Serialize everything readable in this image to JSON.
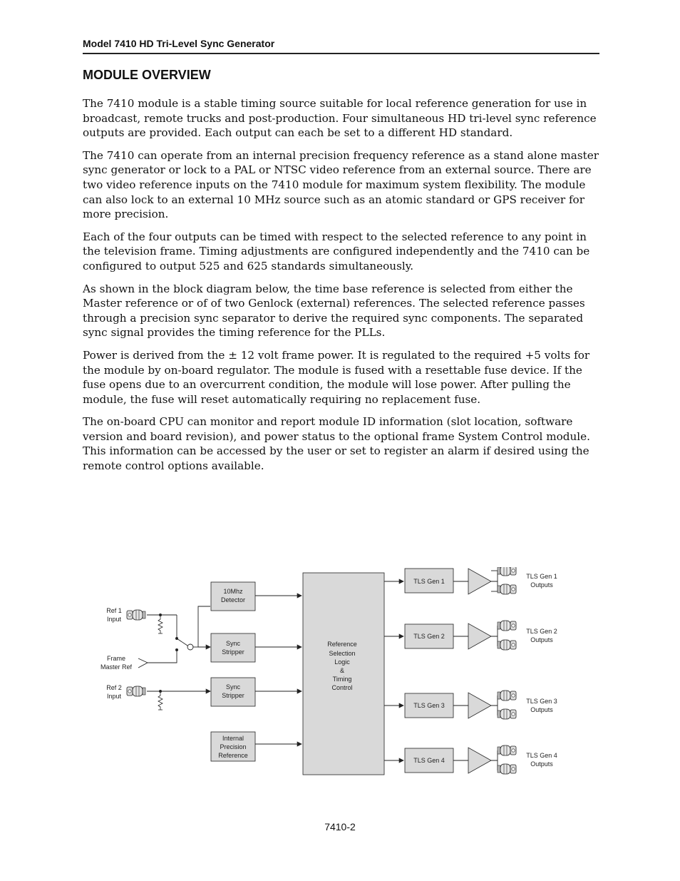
{
  "header": {
    "title": "Model 7410 HD Tri-Level Sync Generator"
  },
  "section": {
    "heading": "MODULE OVERVIEW"
  },
  "paragraphs": [
    "The 7410 module is a stable timing source suitable for local reference generation for use in broadcast, remote trucks and post-production. Four simultaneous HD tri-level sync reference outputs are provided. Each output can each be set to a different HD standard.",
    "The 7410 can operate from an internal precision frequency reference as a stand alone master sync generator or lock to a PAL or NTSC video reference from an external source. There are two video reference inputs on the 7410 module for maximum system flexibility. The module can also lock to an external 10 MHz source such as an atomic standard or GPS receiver for more precision.",
    "Each of the four outputs can be timed with respect to the selected reference to any point in the television frame. Timing adjustments are configured independently and the 7410 can be configured to output 525 and 625 standards simultaneously.",
    "As shown in the block diagram below, the time base reference is selected from either the Master reference or of of two Genlock (external) references. The selected reference passes through a precision sync separator to derive the required sync components. The separated sync signal provides the timing reference for the PLLs.",
    "Power is derived from the ± 12 volt frame power. It is regulated to the required +5 volts for the module by on-board regulator. The module is fused with a resettable fuse device. If the fuse opens due to an overcurrent condition, the module will lose power. After pulling the module, the fuse will reset automatically requiring no replacement fuse.",
    "The on-board CPU can monitor and report module ID information (slot location, software version and board revision), and power status to the optional frame System Control module. This information can be accessed by the user or set to register an alarm if desired using the remote control options available."
  ],
  "diagram": {
    "inputs": {
      "ref1": [
        "Ref 1",
        "Input"
      ],
      "frame": [
        "Frame",
        "Master Ref"
      ],
      "ref2": [
        "Ref 2",
        "Input"
      ]
    },
    "blocks": {
      "detector": [
        "10Mhz",
        "Detector"
      ],
      "sync1": [
        "Sync",
        "Stripper"
      ],
      "sync2": [
        "Sync",
        "Stripper"
      ],
      "internal": [
        "Internal",
        "Precision",
        "Reference"
      ],
      "logic": [
        "Reference",
        "Selection",
        "Logic",
        "&",
        "Timing",
        "Control"
      ]
    },
    "generators": [
      "TLS Gen 1",
      "TLS Gen 2",
      "TLS Gen 3",
      "TLS Gen 4"
    ],
    "outputs": [
      [
        "TLS Gen 1",
        "Outputs"
      ],
      [
        "TLS Gen 2",
        "Outputs"
      ],
      [
        "TLS Gen 3",
        "Outputs"
      ],
      [
        "TLS Gen 4",
        "Outputs"
      ]
    ],
    "colors": {
      "block_fill": "#d9d9d9",
      "line": "#222222"
    }
  },
  "footer": {
    "page_number": "7410-2"
  }
}
